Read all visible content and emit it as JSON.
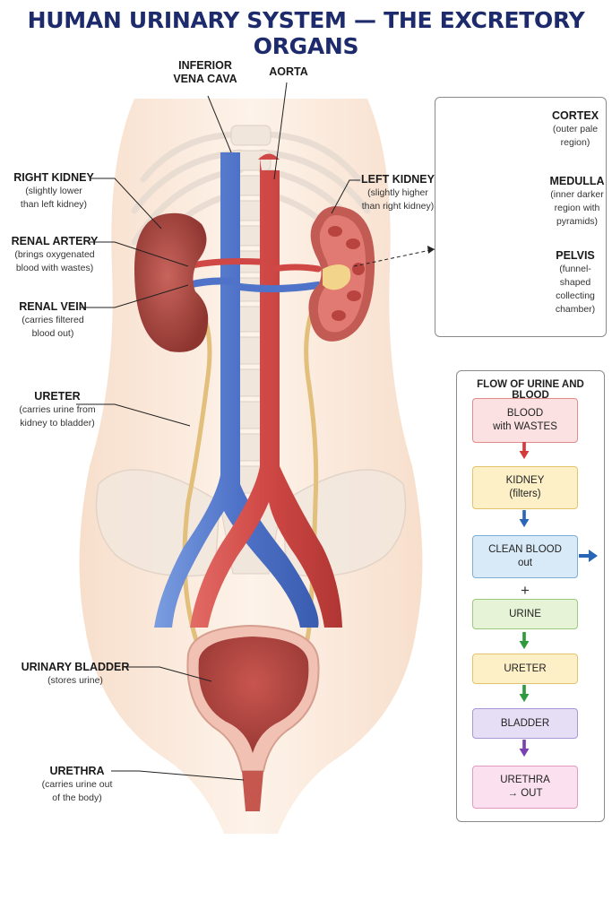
{
  "title": "HUMAN URINARY SYSTEM — THE EXCRETORY ORGANS",
  "labels": {
    "ivc": {
      "head1": "INFERIOR",
      "head2": "VENA CAVA"
    },
    "aorta": {
      "head": "AORTA"
    },
    "right_kidney": {
      "head": "RIGHT KIDNEY",
      "sub1": "(slightly lower",
      "sub2": "than left kidney)"
    },
    "renal_artery": {
      "head": "RENAL ARTERY",
      "sub1": "(brings oxygenated",
      "sub2": "blood with wastes)"
    },
    "renal_vein": {
      "head": "RENAL VEIN",
      "sub1": "(carries filtered",
      "sub2": "blood out)"
    },
    "ureter": {
      "head": "URETER",
      "sub1": "(carries urine from",
      "sub2": "kidney to bladder)"
    },
    "bladder": {
      "head": "URINARY BLADDER",
      "sub1": "(stores urine)"
    },
    "urethra": {
      "head": "URETHRA",
      "sub1": "(carries urine out",
      "sub2": "of the body)"
    },
    "left_kidney": {
      "head": "LEFT KIDNEY",
      "sub1": "(slightly higher",
      "sub2": "than right kidney)"
    }
  },
  "inset": {
    "cortex": {
      "head": "CORTEX",
      "sub1": "(outer pale",
      "sub2": "region)"
    },
    "medulla": {
      "head": "MEDULLA",
      "sub1": "(inner darker",
      "sub2": "region with",
      "sub3": "pyramids)"
    },
    "pelvis": {
      "head": "PELVIS",
      "sub1": "(funnel-shaped",
      "sub2": "collecting",
      "sub3": "chamber)"
    }
  },
  "flow": {
    "title": "FLOW OF URINE AND BLOOD",
    "plus": "+",
    "steps": [
      {
        "line1": "BLOOD",
        "line2": "with WASTES",
        "bg": "#fbe1e1",
        "border": "#e58a8a"
      },
      {
        "line1": "KIDNEY",
        "line2": "(filters)",
        "bg": "#fdf0c7",
        "border": "#e3c46a"
      },
      {
        "line1": "CLEAN BLOOD",
        "line2": "out",
        "bg": "#d8eaf8",
        "border": "#7eaed6"
      },
      {
        "line1": "URINE",
        "line2": "",
        "bg": "#e6f3d6",
        "border": "#9cc97b"
      },
      {
        "line1": "URETER",
        "line2": "",
        "bg": "#fdf0c7",
        "border": "#e3c46a"
      },
      {
        "line1": "BLADDER",
        "line2": "",
        "bg": "#e6def5",
        "border": "#a996d6"
      },
      {
        "line1": "URETHRA",
        "line2": "→ OUT",
        "bg": "#fbe0ef",
        "border": "#e39ac1"
      }
    ],
    "arrow_colors": [
      "#d43a3a",
      "#2a66b8",
      "#2f9a3c",
      "#2f9a3c",
      "#7a3fb0"
    ],
    "side_arrow_color": "#2a66b8"
  },
  "colors": {
    "title": "#1d2a6b",
    "vein": "#5a7fd0",
    "artery": "#d2504e",
    "kidney": "#b8504a",
    "ureter": "#e7c98a",
    "skin": "#fbe7d6"
  }
}
